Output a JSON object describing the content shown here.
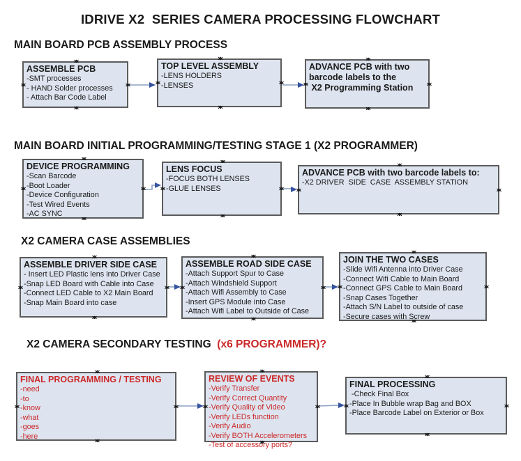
{
  "title": "IDRIVE X2  SERIES CAMERA PROCESSING FLOWCHART",
  "colors": {
    "box_fill": "#dde4ef",
    "box_border": "#5b5b5b",
    "red_text": "#cc2929",
    "black_text": "#1a1a1a",
    "arrow_line": "#8ba2c4",
    "arrow_head": "#35539e",
    "background": "#ffffff"
  },
  "sections": [
    {
      "heading": "MAIN BOARD PCB ASSEMBLY PROCESS",
      "boxes": [
        {
          "title": "ASSEMBLE PCB",
          "lines": [
            "-SMT processes",
            "- HAND Solder processes",
            "- Attach Bar Code Label"
          ]
        },
        {
          "title": "TOP LEVEL ASSEMBLY",
          "lines": [
            "-LENS HOLDERS",
            "-LENSES"
          ]
        },
        {
          "title": "ADVANCE PCB with two",
          "lines": [
            "barcode labels to the",
            " X2 Programming Station"
          ]
        }
      ]
    },
    {
      "heading": "MAIN BOARD INITIAL PROGRAMMING/TESTING STAGE 1 (X2 PROGRAMMER)",
      "boxes": [
        {
          "title": "DEVICE PROGRAMMING",
          "lines": [
            "-Scan Barcode",
            "-Boot Loader",
            "-Device Configuration",
            "-Test Wired Events",
            "-AC SYNC"
          ]
        },
        {
          "title": "LENS FOCUS",
          "lines": [
            "-FOCUS BOTH LENSES",
            "-GLUE LENSES"
          ]
        },
        {
          "title": "ADVANCE PCB with two barcode labels to:",
          "lines": [
            "-X2 DRIVER  SIDE  CASE  ASSEMBLY STATION"
          ]
        }
      ]
    },
    {
      "heading": "X2 CAMERA CASE ASSEMBLIES",
      "boxes": [
        {
          "title": "ASSEMBLE DRIVER SIDE CASE",
          "lines": [
            "- Insert LED Plastic lens into Driver Case",
            "-Snap LED Board with Cable into Case",
            "-Connect LED Cable to X2 Main Board",
            "-Snap Main Board into case"
          ]
        },
        {
          "title": "ASSEMBLE ROAD SIDE CASE",
          "lines": [
            "-Attach Support Spur to Case",
            "-Attach Windshield Support",
            "-Attach Wifi Assembly to Case",
            "-Insert GPS Module into Case",
            "-Attach Wifi Label to Outside of Case"
          ]
        },
        {
          "title": "JOIN THE TWO CASES",
          "lines": [
            "-Slide Wifi Antenna into Driver Case",
            "-Connect Wifi Cable to Main Board",
            "-Connect GPS Cable to Main Board",
            "-Snap Cases Together",
            "-Attach S/N Label to outside of case",
            "-Secure cases with Screw"
          ]
        }
      ]
    },
    {
      "heading": "X2 CAMERA SECONDARY TESTING ",
      "heading_red": " (x6 PROGRAMMER)?",
      "boxes": [
        {
          "title": "FINAL PROGRAMMING / TESTING",
          "lines": [
            "-need",
            "-to",
            "-know",
            "-what",
            "-goes",
            "-here"
          ]
        },
        {
          "title": "REVIEW OF EVENTS",
          "lines": [
            "-Verify Transfer",
            "-Verify Correct Quantity",
            "-Verify Quality of Video",
            "-Verify LEDs function",
            "-Verify Audio",
            "-Verify BOTH Accelerometers",
            "-Test of accessory ports?"
          ]
        },
        {
          "title": "FINAL PROCESSING",
          "lines": [
            " -Check Final Box",
            "-Place In Bubble wrap Bag and BOX",
            "-Place Barcode Label on Exterior or Box"
          ]
        }
      ]
    }
  ]
}
